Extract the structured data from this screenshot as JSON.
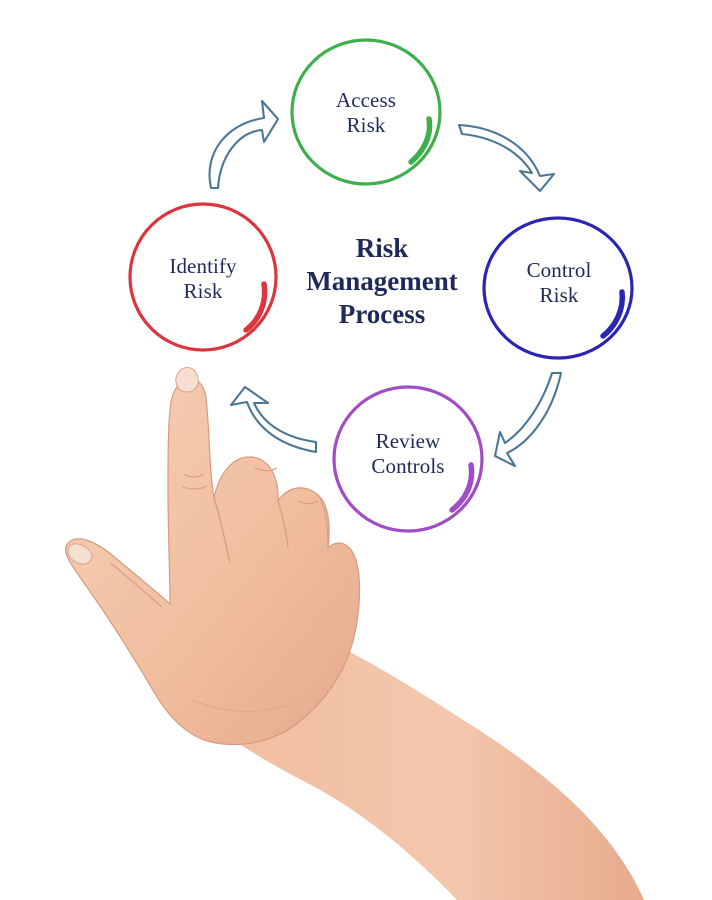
{
  "diagram": {
    "center_title": "Risk\nManagement\nProcess",
    "steps": [
      {
        "label": "Access\nRisk",
        "color": "#3daf4b"
      },
      {
        "label": "Control\nRisk",
        "color": "#2b25b4"
      },
      {
        "label": "Review\nControls",
        "color": "#a14bc7"
      },
      {
        "label": "Identify\nRisk",
        "color": "#dc3540"
      }
    ],
    "arrow_color": "#4a7894",
    "text_color": "#1f2a5a",
    "hand_skin": "#f4c4a6",
    "hand_shadow": "#d99f84"
  }
}
